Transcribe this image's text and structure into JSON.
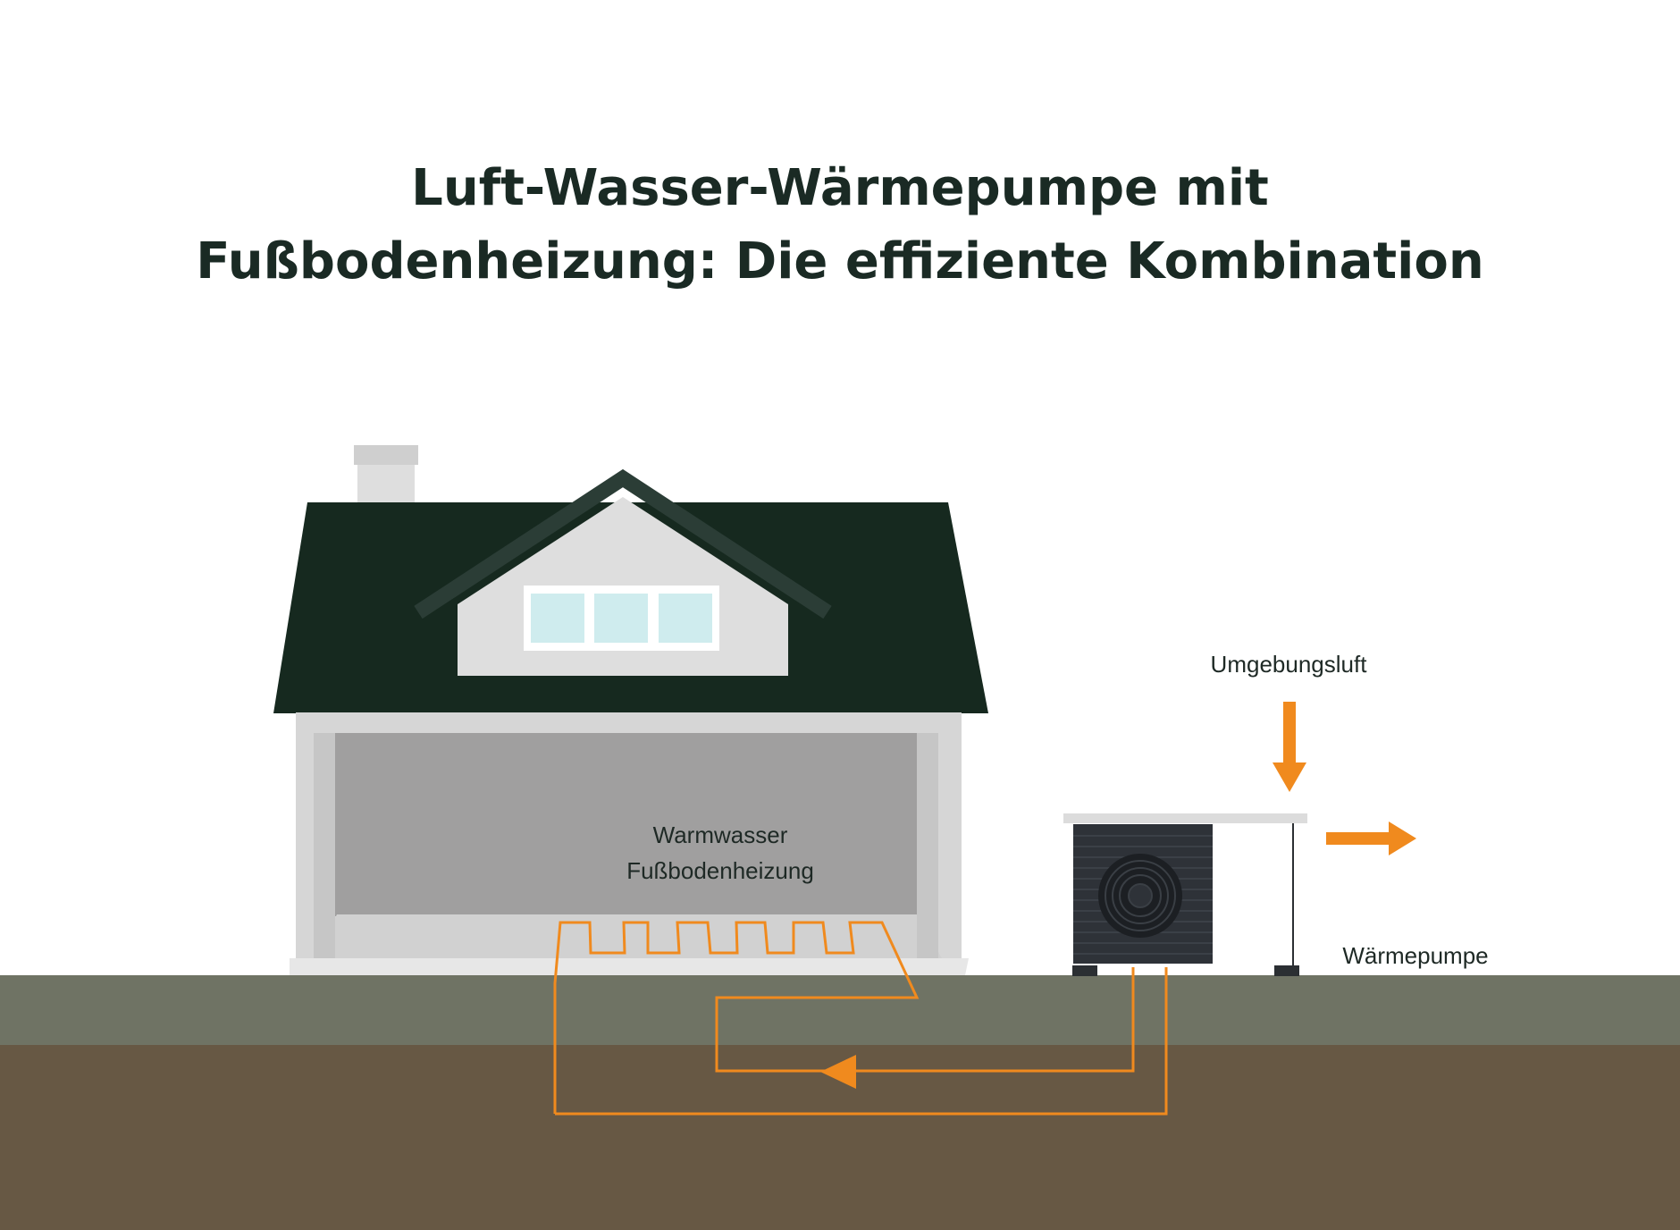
{
  "title": {
    "line1": "Luft-Wasser-Wärmepumpe mit",
    "line2": "Fußbodenheizung: Die effiziente Kombination"
  },
  "labels": {
    "ambient_air": "Umgebungsluft",
    "hot_water_line1": "Warmwasser",
    "hot_water_line2": "Fußbodenheizung",
    "heat_pump": "Wärmepumpe"
  },
  "colors": {
    "pipe": "#f08a1e",
    "roof": "#16291f",
    "wall": "#d4d4d4",
    "interior": "#a09f9f",
    "window": "#cfecee",
    "grass": "#6f7364",
    "soil": "#675844",
    "unit": "#2e3238"
  }
}
